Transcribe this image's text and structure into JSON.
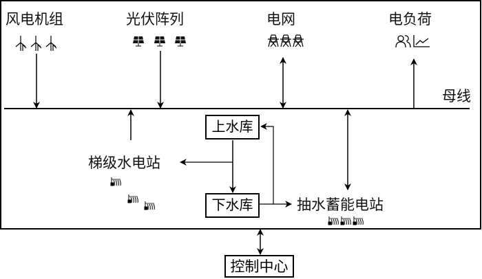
{
  "diagram": {
    "type": "power-system-schematic",
    "bus_label": "母线",
    "sources": [
      {
        "id": "wind",
        "label": "风电机组",
        "icon": "wind-turbine-icon",
        "icon_count": 3,
        "flow": "to-bus"
      },
      {
        "id": "pv",
        "label": "光伏阵列",
        "icon": "solar-panel-icon",
        "icon_count": 3,
        "flow": "to-bus"
      },
      {
        "id": "grid",
        "label": "电网",
        "icon": "transmission-tower-icon",
        "icon_count": 3,
        "flow": "bidirectional"
      },
      {
        "id": "load",
        "label": "电负荷",
        "icon": "people-and-chart-icon",
        "icon_count": 1,
        "flow": "from-bus"
      }
    ],
    "cascade_hydro": {
      "label": "梯级水电站",
      "icon": "hydro-dam-icon",
      "icon_count": 3,
      "flow": "to-bus"
    },
    "upper_reservoir": {
      "label": "上水库"
    },
    "lower_reservoir": {
      "label": "下水库"
    },
    "pumped_storage": {
      "label": "抽水蓄能电站",
      "icon": "hydro-dam-icon",
      "icon_count": 3,
      "flow": "bidirectional"
    },
    "control_center": {
      "label": "控制中心",
      "flow": "bidirectional"
    }
  }
}
